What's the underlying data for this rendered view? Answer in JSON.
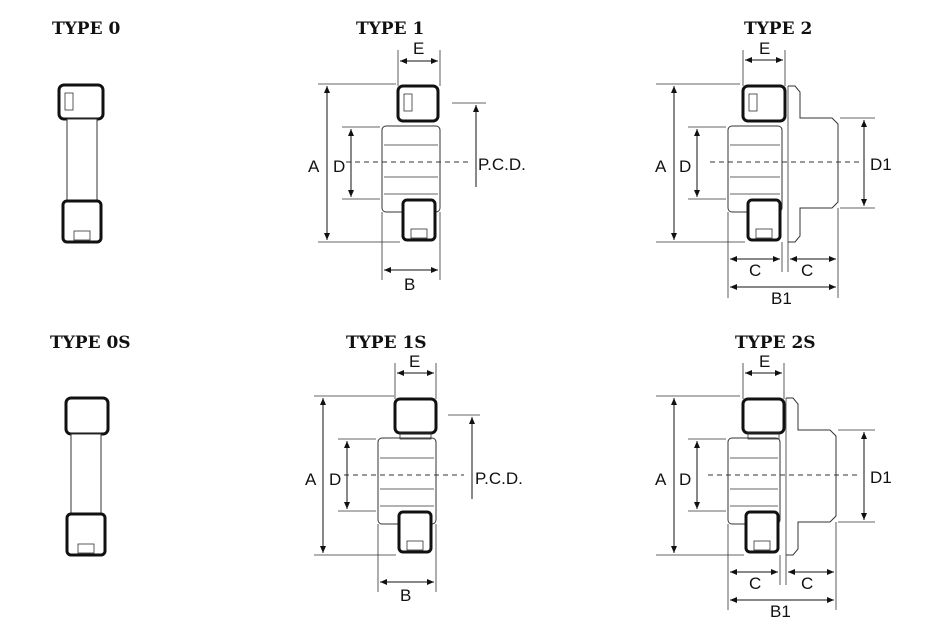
{
  "types": {
    "t0": "TYPE 0",
    "t1": "TYPE 1",
    "t2": "TYPE 2",
    "t0s": "TYPE 0S",
    "t1s": "TYPE 1S",
    "t2s": "TYPE 2S"
  },
  "dims": {
    "A": "A",
    "B": "B",
    "B1": "B1",
    "C": "C",
    "D": "D",
    "D1": "D1",
    "E": "E",
    "PCD": "P.C.D."
  }
}
